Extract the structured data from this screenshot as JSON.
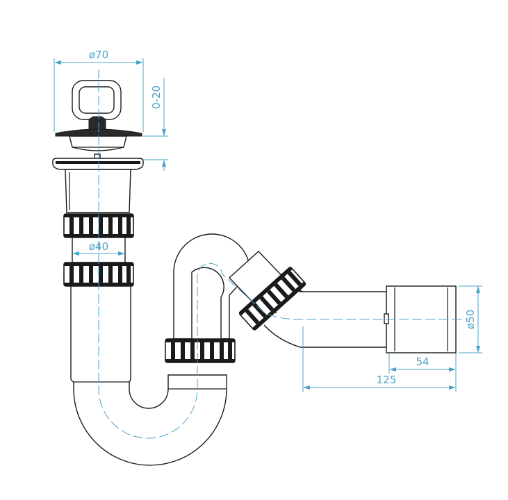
{
  "dimensions": {
    "top_diameter": "ø70",
    "stopper_range": "0-20",
    "inlet_diameter": "ø40",
    "outlet_diameter": "ø50",
    "outlet_length": "54",
    "outlet_reach": "125"
  },
  "colors": {
    "line": "#1a1a1a",
    "dimension": "#4aa3c8",
    "background": "#ffffff"
  }
}
